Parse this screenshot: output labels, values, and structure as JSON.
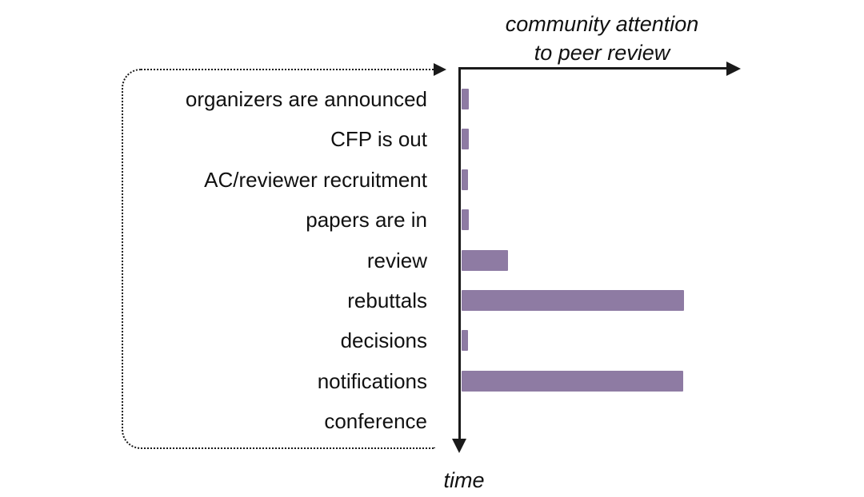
{
  "chart_data": {
    "type": "bar",
    "orientation": "horizontal",
    "title": "community attention to peer review",
    "title_lines": [
      "community attention",
      "to peer review"
    ],
    "xlabel": "community attention to peer review",
    "ylabel": "time",
    "time_label": "time",
    "categories": [
      "organizers are announced",
      "CFP is out",
      "AC/reviewer recruitment",
      "papers are in",
      "review",
      "rebuttals",
      "decisions",
      "notifications",
      "conference"
    ],
    "values": [
      2.5,
      2.6,
      2.3,
      2.5,
      16.5,
      79.5,
      2.3,
      79.0,
      0
    ],
    "value_scale": "relative attention, 0-100 of axis length (axis has no ticks or numeric labels)",
    "xlim": [
      0,
      100
    ],
    "grid": false,
    "legend": false,
    "bar_color": "#8e7ba3",
    "axis_color": "#1a1a1a",
    "timeline_box_style": "dotted rounded rectangle around stage labels, top edge ends in right-pointing arrow"
  }
}
